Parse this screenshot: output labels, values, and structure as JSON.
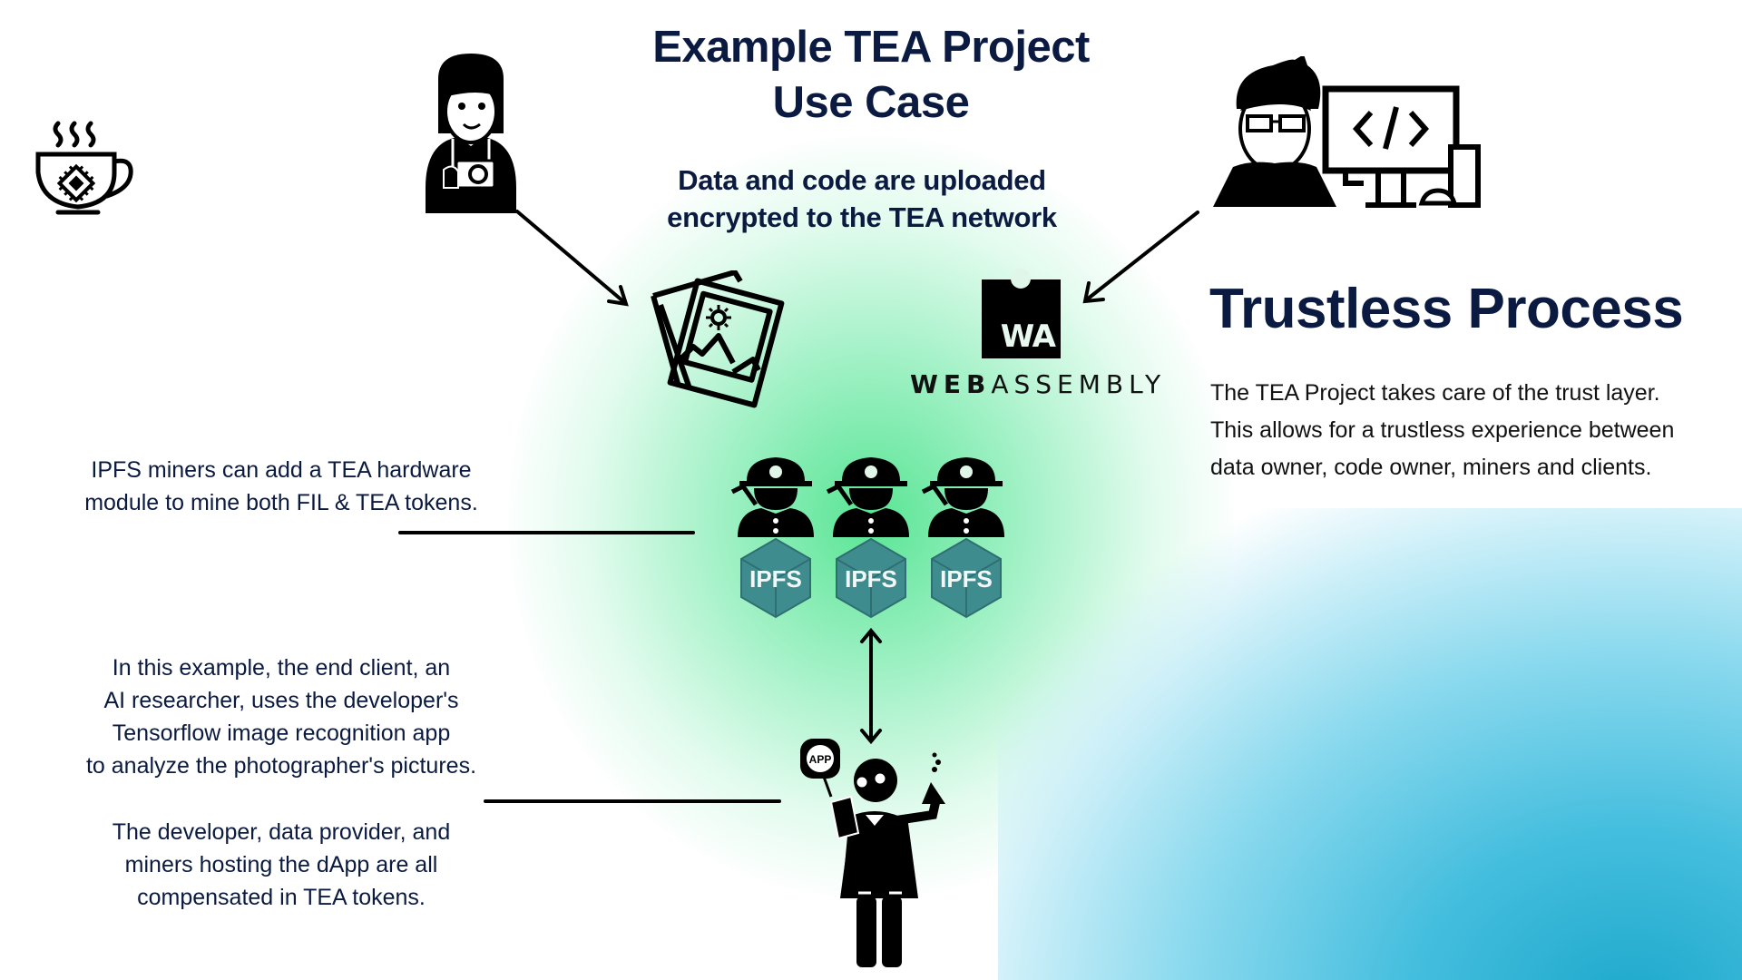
{
  "title": {
    "line1": "Example TEA Project",
    "line2": "Use Case"
  },
  "subtitle": {
    "line1": "Data and code are uploaded",
    "line2": "encrypted to the TEA network"
  },
  "trustless": {
    "heading": "Trustless Process",
    "lines": [
      "The TEA Project takes care of the trust layer.",
      "This allows for a trustless experience between",
      "data owner, code owner, miners and clients."
    ]
  },
  "left_notes": {
    "miners": [
      "IPFS miners can add a TEA hardware",
      "module to mine both FIL & TEA tokens."
    ],
    "example": [
      "In this example, the end client, an",
      "AI researcher, uses the developer's",
      "Tensorflow image recognition app",
      "to analyze the photographer's pictures."
    ],
    "compensation": [
      "The developer, data provider, and",
      "miners hosting the dApp are all",
      "compensated in TEA tokens."
    ]
  },
  "webassembly": {
    "badge": "WA",
    "word_bold": "WEB",
    "word_rest": "ASSEMBLY"
  },
  "ipfs_nodes": [
    {
      "label": "IPFS"
    },
    {
      "label": "IPFS"
    },
    {
      "label": "IPFS"
    }
  ],
  "researcher": {
    "bubble": "APP"
  },
  "icons": {
    "logo": "tea-cup-chip-icon",
    "photographer": "photographer-icon",
    "developer": "developer-computer-icon",
    "photos": "photos-icon",
    "miner": "miner-icon",
    "researcher": "researcher-icon"
  },
  "colors": {
    "navy": "#0b1a40",
    "glow_green": "#3ce082",
    "ipfs_teal": "#3f8c8f",
    "corner_blue": "#1ea9cc"
  }
}
